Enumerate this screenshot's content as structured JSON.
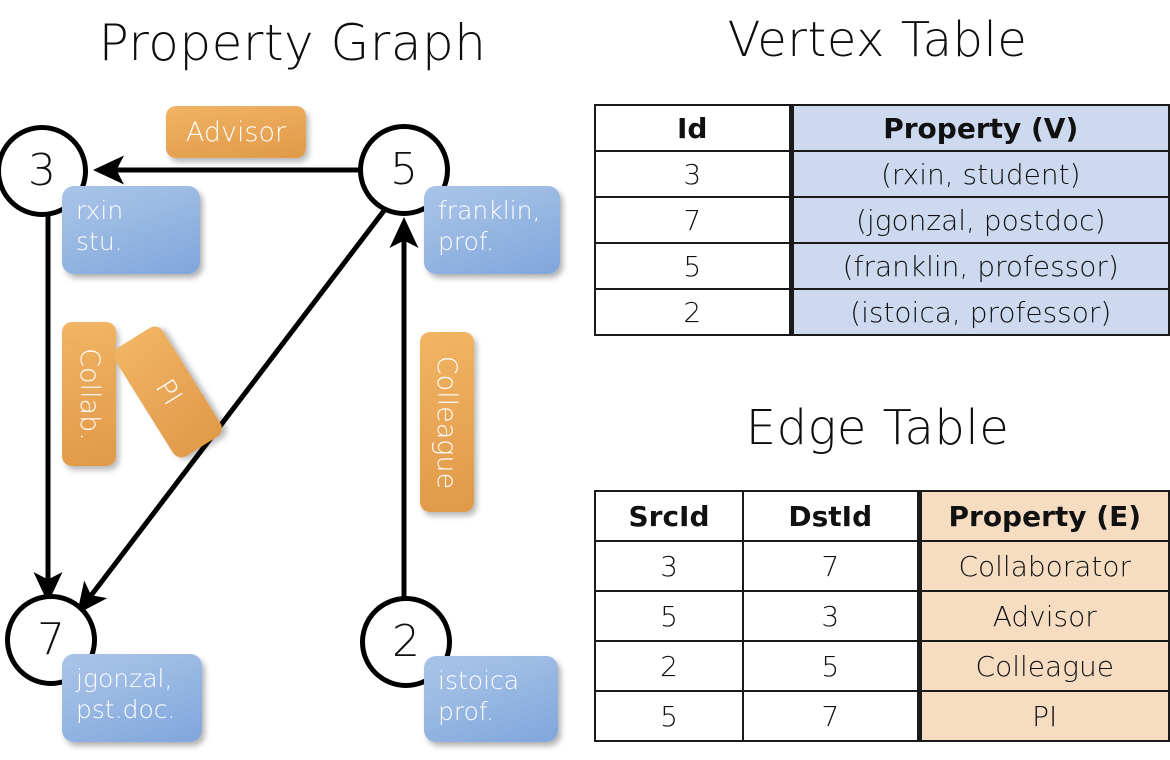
{
  "titles": {
    "graph": "Property Graph",
    "vertex_table": "Vertex Table",
    "edge_table": "Edge Table"
  },
  "graph": {
    "nodes": [
      {
        "id": "3",
        "property_label": "rxin\nstu.",
        "line1": "rxin",
        "line2": "stu."
      },
      {
        "id": "5",
        "property_label": "franklin,\nprof.",
        "line1": "franklin,",
        "line2": "prof."
      },
      {
        "id": "7",
        "property_label": "jgonzal,\npst.doc.",
        "line1": "jgonzal,",
        "line2": "pst.doc."
      },
      {
        "id": "2",
        "property_label": "istoica\nprof.",
        "line1": "istoica",
        "line2": "prof."
      }
    ],
    "edge_labels": [
      {
        "name": "advisor",
        "text": "Advisor",
        "orientation": "horizontal"
      },
      {
        "name": "collab",
        "text": "Collab.",
        "orientation": "vertical"
      },
      {
        "name": "pi",
        "text": "PI",
        "orientation": "diagonal"
      },
      {
        "name": "colleague",
        "text": "Colleague",
        "orientation": "vertical"
      }
    ],
    "edges": [
      {
        "from": "5",
        "to": "3",
        "label": "Advisor"
      },
      {
        "from": "3",
        "to": "7",
        "label": "Collab."
      },
      {
        "from": "5",
        "to": "7",
        "label": "PI"
      },
      {
        "from": "2",
        "to": "5",
        "label": "Colleague"
      }
    ]
  },
  "vertex_table": {
    "columns": [
      "Id",
      "Property (V)"
    ],
    "rows": [
      {
        "id": "3",
        "property": "(rxin, student)"
      },
      {
        "id": "7",
        "property": "(jgonzal, postdoc)"
      },
      {
        "id": "5",
        "property": "(franklin, professor)"
      },
      {
        "id": "2",
        "property": "(istoica, professor)"
      }
    ]
  },
  "edge_table": {
    "columns": [
      "SrcId",
      "DstId",
      "Property (E)"
    ],
    "rows": [
      {
        "src": "3",
        "dst": "7",
        "property": "Collaborator"
      },
      {
        "src": "5",
        "dst": "3",
        "property": "Advisor"
      },
      {
        "src": "2",
        "dst": "5",
        "property": "Colleague"
      },
      {
        "src": "5",
        "dst": "7",
        "property": "PI"
      }
    ]
  },
  "colors": {
    "vertex_property_bg": "#ccd9ef",
    "edge_property_bg": "#f6ddc2",
    "node_box_blue": "#8fb2e0",
    "edge_badge_orange": "#eaa758",
    "background": "#ffffff",
    "stroke": "#000000"
  }
}
